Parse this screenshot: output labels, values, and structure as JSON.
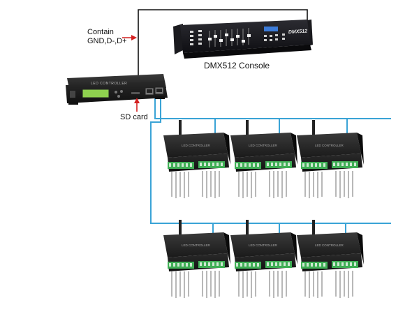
{
  "labels": {
    "contain": "Contain",
    "signals": "GND,D-,D+",
    "sd_card": "SD card",
    "console_caption": "DMX512 Console"
  },
  "devices": {
    "main_controller": "LED CONTROLLER",
    "slave_controller": "LED CONTROLLER",
    "console_brand": "DMX512"
  },
  "colors": {
    "data_line": "#3aa3d6",
    "dmx_line": "#111111",
    "arrow": "#d42020",
    "device_body": "#1c1c1c",
    "terminal_green": "#3fae55",
    "lcd_green": "#8fd14f"
  }
}
